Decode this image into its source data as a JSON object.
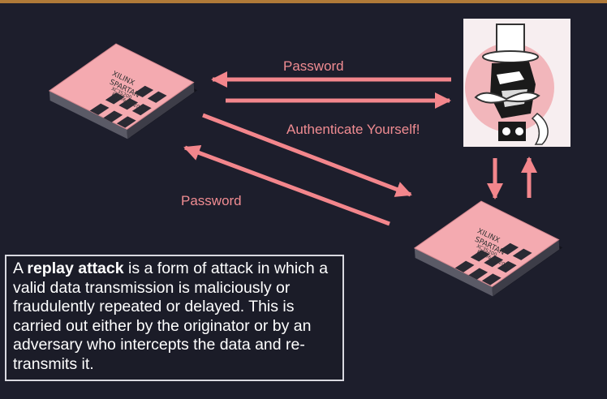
{
  "labels": {
    "password_top": "Password",
    "authenticate": "Authenticate Yourself!",
    "password_left": "Password"
  },
  "chip": {
    "brand": "XILINX",
    "model": "SPARTAN",
    "part": "XC3S200",
    "code": "FT256AFP2015"
  },
  "description": {
    "intro": "A ",
    "term": "replay attack",
    "body": " is a form of attack in which a valid data transmission is maliciously or fraudulently repeated or delayed. This is carried out either by the originator or by an adversary who intercepts the data and re-transmits it."
  },
  "colors": {
    "background": "#1d1e2c",
    "accent_bar": "#b07a38",
    "arrow": "#f3868c",
    "label": "#f08c92",
    "chip_face": "#f4aab0"
  },
  "icons": {
    "attacker": "villain-top-hat-icon",
    "device_a": "fpga-chip-icon",
    "device_b": "fpga-chip-icon"
  }
}
